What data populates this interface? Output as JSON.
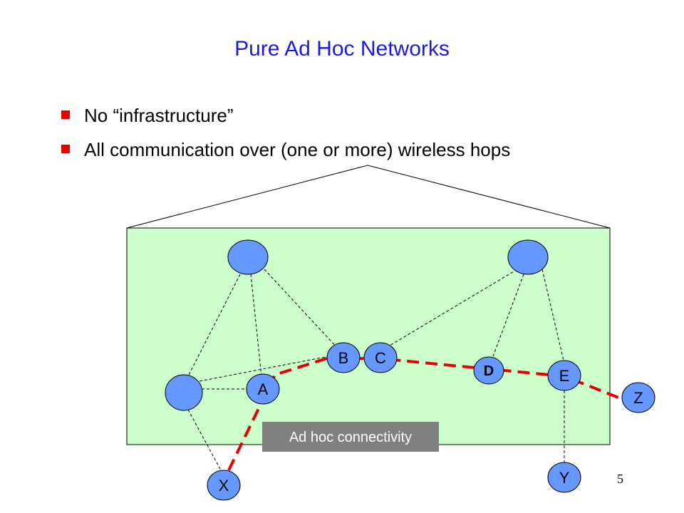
{
  "slide": {
    "title": "Pure Ad Hoc Networks",
    "bullets": [
      "No “infrastructure”",
      "All communication over (one or more) wireless hops"
    ],
    "page_number": "5"
  },
  "diagram": {
    "caption": "Ad hoc connectivity",
    "node_labels": {
      "a": "A",
      "b": "B",
      "c": "C",
      "d": "D",
      "e": "E",
      "x": "X",
      "y": "Y",
      "z": "Z"
    }
  },
  "colors": {
    "title": "#1a1ae6",
    "bullet_marker": "#e60000",
    "house_fill": "#ccffcc",
    "node_fill": "#6699ff",
    "route_dash": "#e60000",
    "caption_bg": "#808080"
  }
}
